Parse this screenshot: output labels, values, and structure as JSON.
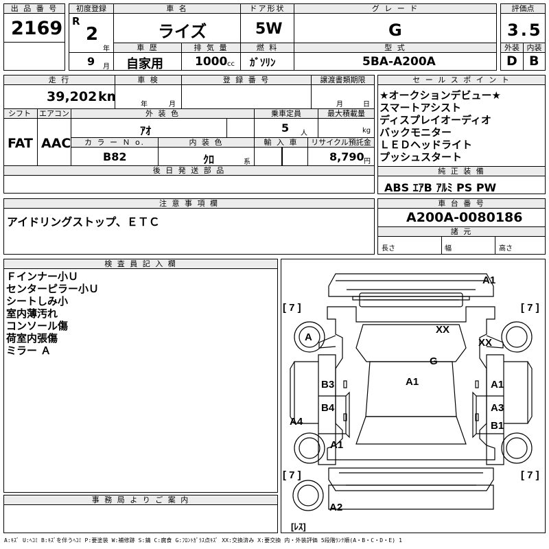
{
  "header": {
    "lot_label": "出 品 番 号",
    "lot_no": "2169",
    "first_reg_label": "初度登録",
    "era": "R",
    "year_num": "2",
    "year_unit": "年",
    "month_num": "9",
    "month_unit": "月",
    "car_name_label": "車 名",
    "car_name": "ライズ",
    "door_label": "ドア形状",
    "door": "5W",
    "grade_label": "グ レ ー ド",
    "grade": "G",
    "score_label": "評価点",
    "score": "3.5",
    "history_label": "車 歴",
    "history": "自家用",
    "displacement_label": "排 気 量",
    "displacement": "1000",
    "displacement_unit": "cc",
    "fuel_label": "燃 料",
    "fuel": "ｶﾞｿﾘﾝ",
    "model_label": "型 式",
    "model": "5BA-A200A",
    "exterior_label": "外装",
    "exterior": "D",
    "interior_label": "内装",
    "interior": "B"
  },
  "row2": {
    "mileage_label": "走 行",
    "mileage": "39,202",
    "mileage_unit": "km",
    "inspection_label": "車 検",
    "insp_year_unit": "年",
    "insp_month_unit": "月",
    "plate_label": "登 録 番 号",
    "transfer_label": "譲渡書類期限",
    "transfer_month_unit": "月",
    "transfer_day_unit": "日",
    "shift_label": "シフト",
    "shift": "FAT",
    "aircon_label": "エアコン",
    "aircon": "AAC",
    "ext_color_label": "外 装 色",
    "ext_color": "ｱｵ",
    "capacity_label": "乗車定員",
    "capacity": "5",
    "capacity_unit": "人",
    "max_load_label": "最大積載量",
    "max_load_unit": "kg",
    "color_no_label": "カ ラ ー Ｎ o.",
    "color_no": "B82",
    "int_color_label": "内 装 色",
    "int_color": "ｸﾛ",
    "int_color_unit": "系",
    "import_label": "輸 入 車",
    "recycle_label": "リサイクル預託金",
    "recycle": "8,790",
    "recycle_unit": "円",
    "later_parts_label": "後 日 発 送 部 品"
  },
  "selling": {
    "label": "セ ー ル ス ポ イ ン ト",
    "points": [
      "★オークションデビュー★",
      "スマートアシスト",
      "ディスプレイオーディオ",
      "バックモニター",
      "ＬＥＤヘッドライト",
      "プッシュスタート"
    ],
    "equipment_label": "純 正 装 備",
    "equipment": "ABS ｴｱB ｱﾙﾐ PS PW"
  },
  "notes": {
    "label": "注 意 事 項 欄",
    "text": "アイドリングストップ、ＥＴＣ"
  },
  "chassis": {
    "label": "車 台 番 号",
    "number": "A200A-0080186",
    "specs_label": "諸 元",
    "length_label": "長さ",
    "width_label": "幅",
    "height_label": "高さ"
  },
  "inspector": {
    "label": "検 査 員 記 入 欄",
    "items": [
      "Ｆインナー小Ｕ",
      "センターピラー小Ｕ",
      "シートしみ小",
      "室内薄汚れ",
      "コンソール傷",
      "荷室内張傷",
      "ミラー Ａ"
    ]
  },
  "office": {
    "label": "事 務 局 よ り ご 案 内"
  },
  "diagram": {
    "marks": {
      "fl_bumper": "A1",
      "bracket": "[ 7 ]",
      "left_front_tire": "A",
      "hood_xx": "XX",
      "right_fender": "XX",
      "windshield": "G",
      "roof": "A1",
      "left_front_door": "B3",
      "left_rear_door": "B4",
      "left_quarter": "A4",
      "left_rear_tire": "A1",
      "right_front_door": "A1",
      "right_rear_door_a": "A3",
      "right_rear_door_b": "B1",
      "rear_bumper": "A2",
      "no_spare": "[ﾚｽ]"
    }
  },
  "legend": "A:ｷｽﾞ U:ﾍｺﾐ B:ｷｽﾞを伴うﾍｺﾐ P:要塗装 W:補修跡 S:錆 C:腐食 G:ﾌﾛﾝﾄｶﾞﾗｽ点ｷｽﾞ XX:交換済み X:要交換 内・外装評価 5段階ﾗﾝｸ順(A・B・C・D・E) 1"
}
